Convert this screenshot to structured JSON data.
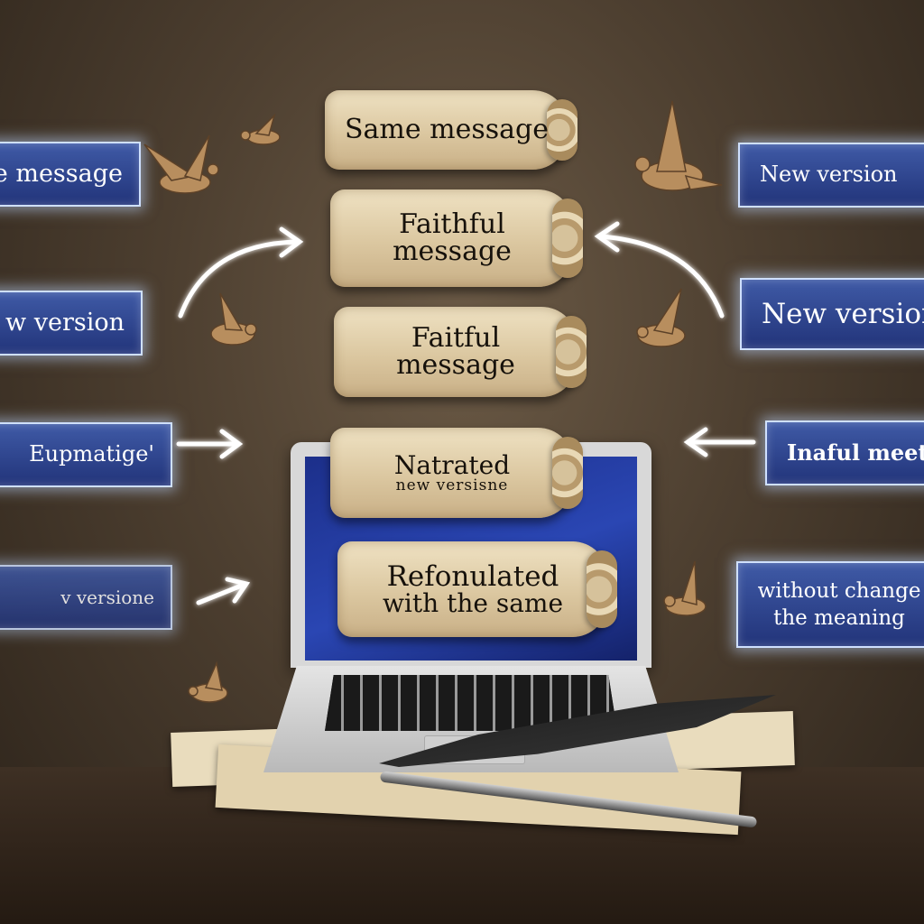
{
  "colors": {
    "panel": "#2f459a",
    "panel_glow": "#cfe0ff",
    "parchment": "#e3d3b0",
    "screen": "#2a46b3"
  },
  "icons": [
    "bird-icon",
    "arrow-icon",
    "quill-icon",
    "laptop-icon"
  ],
  "left_panels": [
    {
      "text": "e message"
    },
    {
      "text": "w version"
    },
    {
      "text": "Eupmatige'"
    },
    {
      "text": "v versione"
    }
  ],
  "right_panels": [
    {
      "text": "New version"
    },
    {
      "text": "New  version"
    },
    {
      "text": "Inaful meeting"
    },
    {
      "text": "without change",
      "text2": "the meaning"
    }
  ],
  "scrolls": [
    {
      "line1": "Same message"
    },
    {
      "line1": "Faithful",
      "line2": "message"
    },
    {
      "line1": "Faitful",
      "line2": "message"
    },
    {
      "line1": "Natrated",
      "line2": "new versisne"
    },
    {
      "line1": "Refonulated",
      "line2": "with the same"
    }
  ]
}
